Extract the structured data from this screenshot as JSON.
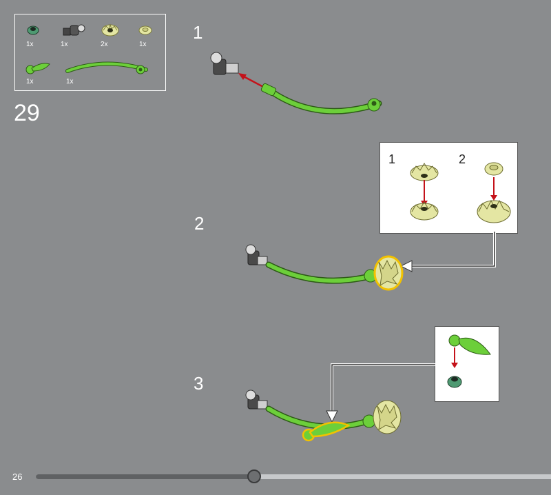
{
  "page": {
    "number": "26",
    "step_number": "29",
    "progress": 0.42
  },
  "parts_list": {
    "items": [
      {
        "icon": "round-plate-icon",
        "qty": "1x"
      },
      {
        "icon": "clip-joint-icon",
        "qty": "1x"
      },
      {
        "icon": "flower-large-icon",
        "qty": "2x"
      },
      {
        "icon": "flower-small-icon",
        "qty": "1x"
      },
      {
        "icon": "leaf-icon",
        "qty": "1x"
      },
      {
        "icon": "stem-icon",
        "qty": "1x"
      }
    ]
  },
  "steps": [
    {
      "label": "1"
    },
    {
      "label": "2"
    },
    {
      "label": "3"
    }
  ],
  "callout_flowers": {
    "sub_labels": [
      "1",
      "2"
    ]
  },
  "colors": {
    "background": "#8a8c8e",
    "stem_green": "#6ccf3a",
    "flower_yellow": "#e4e6a3",
    "arrow_red": "#c4121a",
    "highlight": "#f2c200"
  }
}
